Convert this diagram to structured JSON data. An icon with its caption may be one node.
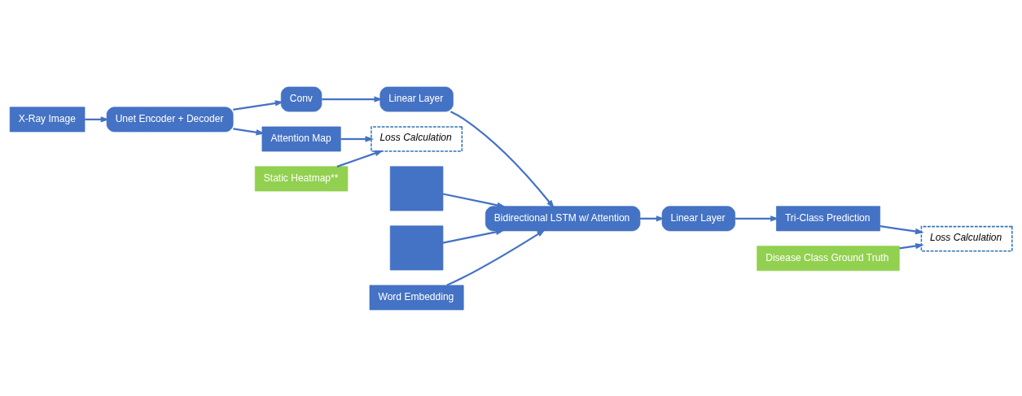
{
  "diagram": {
    "nodes": [
      {
        "text": [
          "X-Ray Image"
        ]
      },
      {
        "text": [
          "Unet Encoder + Decoder"
        ]
      },
      {
        "text": [
          "Conv"
        ]
      },
      {
        "text": [
          "Linear Layer"
        ]
      },
      {
        "text": [
          "Bidirectional LSTM w/ Attention"
        ]
      },
      {
        "text": [
          "Linear Layer"
        ]
      },
      {
        "text": [
          "Tri-Class Prediction"
        ]
      },
      {
        "text": [
          "Attention Map"
        ]
      },
      {
        "text": [
          "Loss Calculation"
        ]
      },
      {
        "text": [
          "Static Heatmap**"
        ]
      },
      {
        "text": [],
        "shape": "box"
      },
      {
        "text": [],
        "shape": "box"
      },
      {
        "text": [
          "Word Embedding"
        ]
      },
      {
        "text": [
          "Loss Calculation"
        ]
      },
      {
        "text": [
          "Disease Class Ground Truth"
        ]
      }
    ],
    "edges": [
      {
        "from": 0,
        "to": 1,
        "arrow": "to"
      },
      {
        "from": 1,
        "to": 2,
        "arrow": "to"
      },
      {
        "from": 1,
        "to": 7,
        "arrow": "to"
      },
      {
        "from": 2,
        "to": 3,
        "arrow": "to"
      },
      {
        "from": 3,
        "to": 4,
        "arrow": "to"
      },
      {
        "from": 4,
        "to": 5,
        "arrow": "to"
      },
      {
        "from": 5,
        "to": 6,
        "arrow": "to"
      },
      {
        "from": 6,
        "to": 13,
        "arrow": "to"
      },
      {
        "from": 7,
        "to": 8,
        "arrow": "to"
      },
      {
        "from": 9,
        "to": 8,
        "arrow": "to"
      },
      {
        "from": 10,
        "to": 4,
        "arrow": "to"
      },
      {
        "from": 11,
        "to": 4,
        "arrow": "to"
      },
      {
        "from": 12,
        "to": 4,
        "arrow": "to"
      },
      {
        "from": 14,
        "to": 13,
        "arrow": "to"
      }
    ]
  }
}
